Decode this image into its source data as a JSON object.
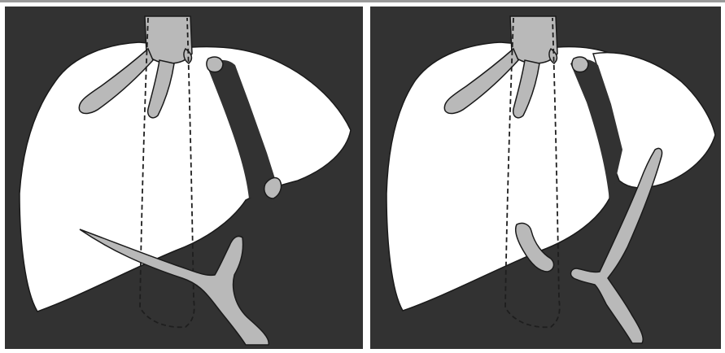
{
  "figure": {
    "colors": {
      "background": "#323232",
      "liver": "#ffffff",
      "vessel": "#b9b9b9",
      "outline": "#1a1a1a",
      "dashed": "#1e1e1e",
      "frame_border": "#9a9a9a"
    },
    "panels": [
      {
        "id": "left",
        "variant": "before",
        "shows": [
          "liver-parenchyma",
          "hepatic-veins",
          "caval-segment-dashed",
          "portal-vein",
          "ligament-band",
          "vessel-stumps"
        ]
      },
      {
        "id": "right",
        "variant": "after",
        "shows": [
          "liver-parenchyma-split",
          "hepatic-veins",
          "caval-segment-dashed",
          "portal-vein-branch",
          "cut-vessel-stump"
        ]
      }
    ]
  }
}
